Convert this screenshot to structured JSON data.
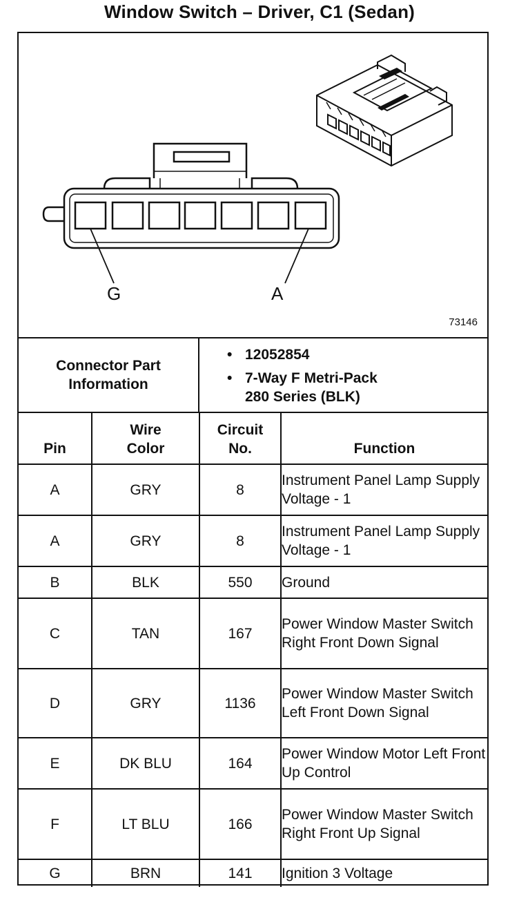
{
  "title": "Window Switch – Driver, C1 (Sedan)",
  "diagram": {
    "reference_number": "73146",
    "pin_label_left": "G",
    "pin_label_right": "A"
  },
  "connector_info": {
    "label_line1": "Connector Part",
    "label_line2": "Information",
    "bullets": [
      "12052854",
      "7-Way F Metri-Pack\n280 Series (BLK)"
    ]
  },
  "table": {
    "headers": {
      "pin": "Pin",
      "wire_color_line1": "Wire",
      "wire_color_line2": "Color",
      "circuit_line1": "Circuit",
      "circuit_line2": "No.",
      "function": "Function"
    },
    "rows": [
      {
        "pin": "A",
        "color": "GRY",
        "circuit": "8",
        "function": "Instrument Panel Lamp Supply Voltage - 1"
      },
      {
        "pin": "A",
        "color": "GRY",
        "circuit": "8",
        "function": "Instrument Panel Lamp Supply Voltage - 1"
      },
      {
        "pin": "B",
        "color": "BLK",
        "circuit": "550",
        "function": "Ground"
      },
      {
        "pin": "C",
        "color": "TAN",
        "circuit": "167",
        "function": "Power Window Master Switch Right Front Down Signal"
      },
      {
        "pin": "D",
        "color": "GRY",
        "circuit": "1136",
        "function": "Power Window Master Switch Left Front Down Signal"
      },
      {
        "pin": "E",
        "color": "DK BLU",
        "circuit": "164",
        "function": "Power Window Motor Left Front Up Control"
      },
      {
        "pin": "F",
        "color": "LT BLU",
        "circuit": "166",
        "function": "Power Window Master Switch Right Front Up Signal"
      },
      {
        "pin": "G",
        "color": "BRN",
        "circuit": "141",
        "function": "Ignition 3 Voltage"
      }
    ]
  }
}
